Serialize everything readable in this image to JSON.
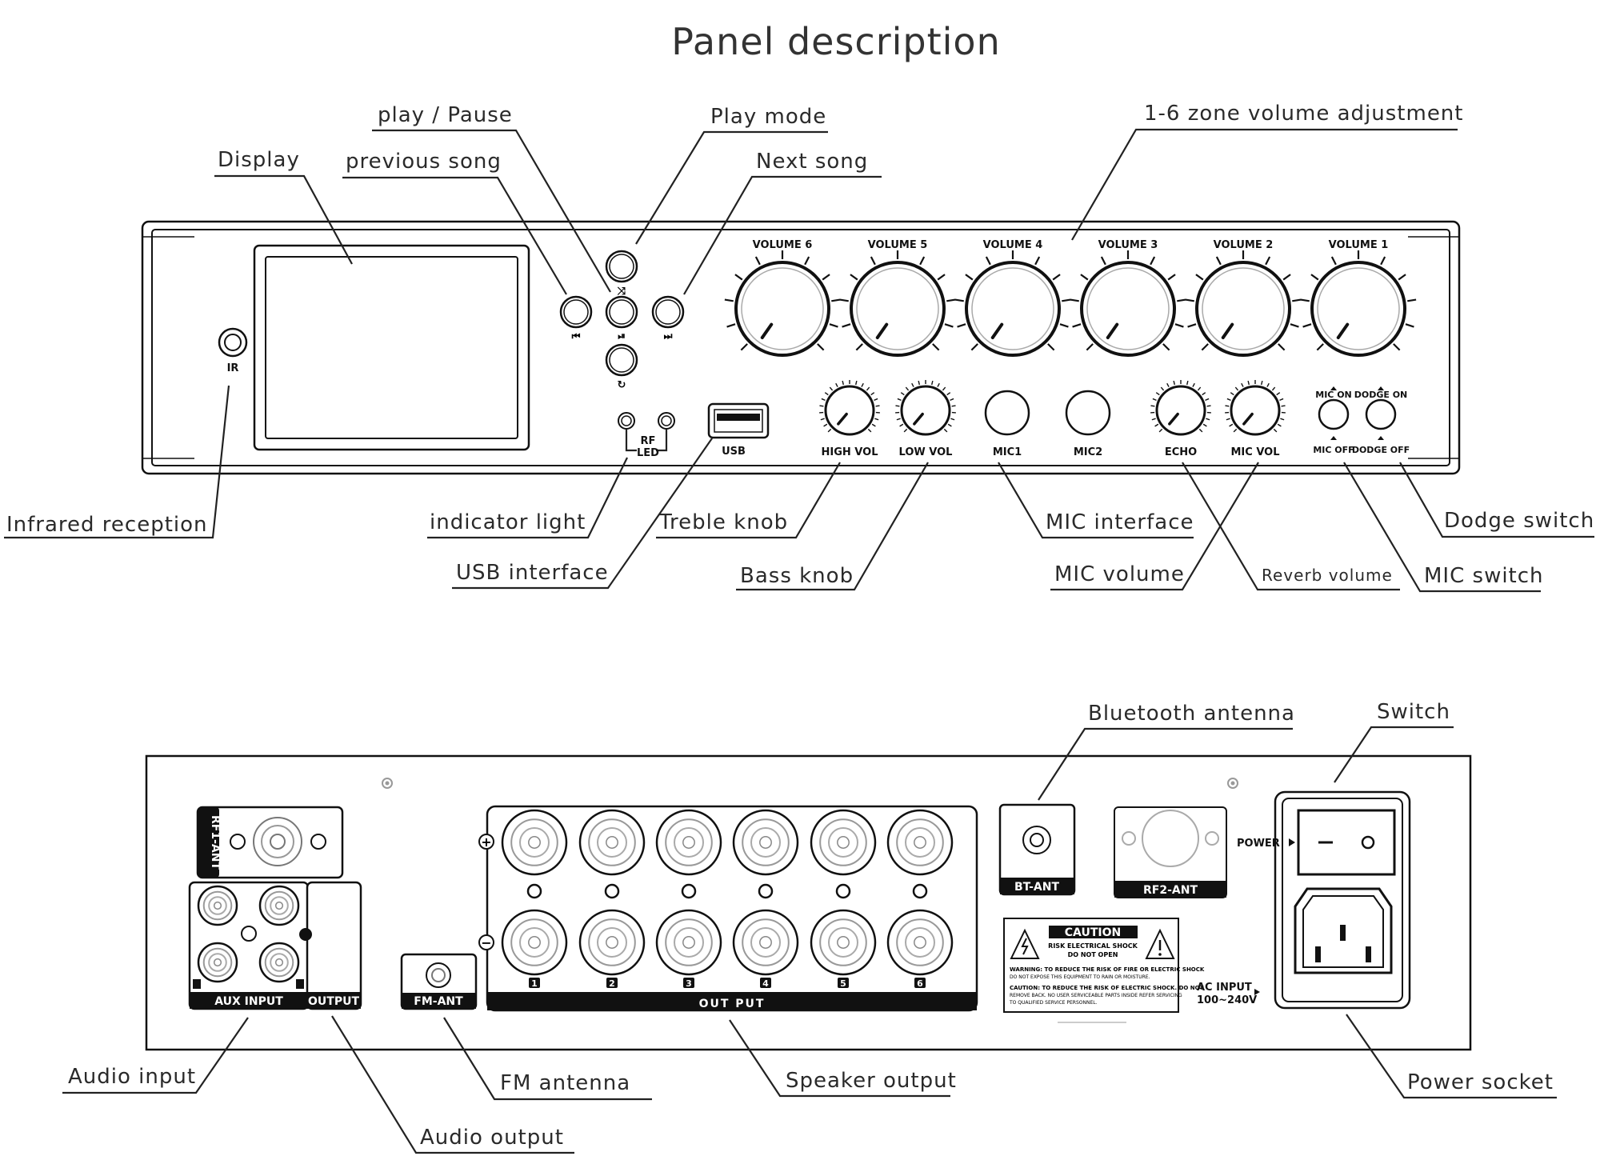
{
  "title": "Panel description",
  "front_callouts": {
    "play_pause": "play / Pause",
    "play_mode": "Play mode",
    "zone_volume": "1-6 zone volume adjustment",
    "display": "Display",
    "previous_song": "previous song",
    "next_song": "Next song",
    "infrared_reception": "Infrared reception",
    "indicator_light": "indicator light",
    "treble_knob": "Treble knob",
    "mic_interface": "MIC interface",
    "dodge_switch": "Dodge switch",
    "usb_interface": "USB interface",
    "bass_knob": "Bass knob",
    "mic_volume": "MIC volume",
    "reverb_volume": "Reverb volume",
    "mic_switch": "MIC switch"
  },
  "front_panel": {
    "volume_labels": [
      "VOLUME 6",
      "VOLUME  5",
      "VOLUME 4",
      "VOLUME 3",
      "VOLUME 2",
      "VOLUME 1"
    ],
    "ir": "IR",
    "rf": "RF",
    "led": "LED",
    "usb": "USB",
    "high_vol": "HIGH VOL",
    "low_vol": "LOW VOL",
    "mic1": "MIC1",
    "mic2": "MIC2",
    "echo": "ECHO",
    "mic_vol": "MIC VOL",
    "mic_on": "MIC ON",
    "mic_off": "MIC OFF",
    "dodge_on": "DODGE ON",
    "dodge_off": "DODGE OFF",
    "prev_symbol": "⏮",
    "play_symbol": "⏯",
    "next_symbol": "⏭",
    "shuffle_symbol": "⤨",
    "repeat_symbol": "↻"
  },
  "rear_callouts": {
    "bluetooth_antenna": "Bluetooth antenna",
    "switch": "Switch",
    "audio_input": "Audio input",
    "fm_antenna": "FM antenna",
    "speaker_output": "Speaker output",
    "power_socket": "Power socket",
    "audio_output": "Audio output"
  },
  "rear_panel": {
    "rf1_ant": "RF1-ANT",
    "aux_input": "AUX INPUT",
    "output": "OUTPUT",
    "fm_ant": "FM-ANT",
    "out_put": "OUT PUT",
    "channels": [
      "1",
      "2",
      "3",
      "4",
      "5",
      "6"
    ],
    "plus": "+",
    "minus": "−",
    "bt_ant": "BT-ANT",
    "rf2_ant": "RF2-ANT",
    "caution_title": "CAUTION",
    "caution_line1": "RISK ELECTRICAL SHOCK",
    "caution_line2": "DO NOT OPEN",
    "warning_text_1": "WARNING: TO REDUCE THE RISK OF FIRE OR ELECTRIC SHOCK",
    "warning_text_2": "DO NOT EXPOSE THIS EQUIPMENT TO RAIN OR MOISTURE.",
    "caution_text_1": "CAUTION: TO REDUCE THE RISK OF ELECTRIC SHOCK. DO NOT",
    "caution_text_2": "REMOVE BACK. NO USER SERVICEABLE PARTS INSIDE REFER SERVICING",
    "caution_text_3": "TO QUALIFIED SERVICE PERSONNEL.",
    "power": "POWER",
    "ac_input": "AC INPUT",
    "ac_range": "100~240V"
  }
}
